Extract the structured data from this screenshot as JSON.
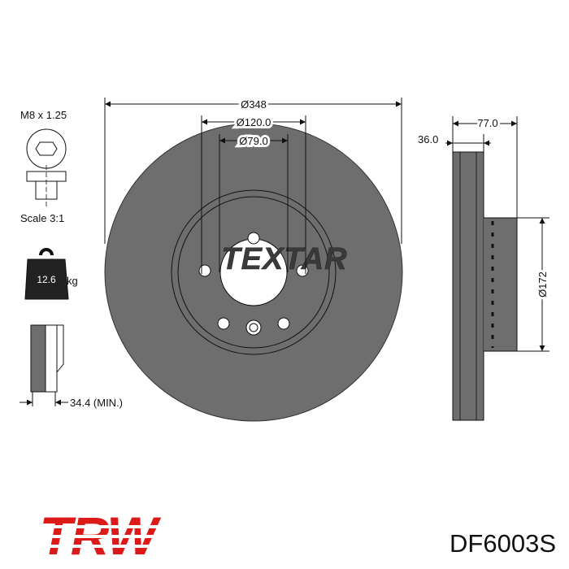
{
  "dimensions": {
    "outer_diameter": "Ø348",
    "pcd_diameter": "Ø120.0",
    "center_bore": "Ø79.0",
    "hat_height": "77.0",
    "thickness": "36.0",
    "hat_diameter": "Ø172",
    "min_thickness": "34.4 (MIN.)"
  },
  "bolt": {
    "thread": "M8 x 1.25",
    "scale": "Scale 3:1"
  },
  "weight": {
    "value": "12.6",
    "unit": "kg"
  },
  "product": {
    "part_number": "DF6003S"
  },
  "logos": {
    "disc_brand": "TEXTAR",
    "manufacturer": "TRW"
  },
  "colors": {
    "disc_fill": "#6e6e6e",
    "line": "#111111",
    "logo_red": "#dd1a1a"
  }
}
